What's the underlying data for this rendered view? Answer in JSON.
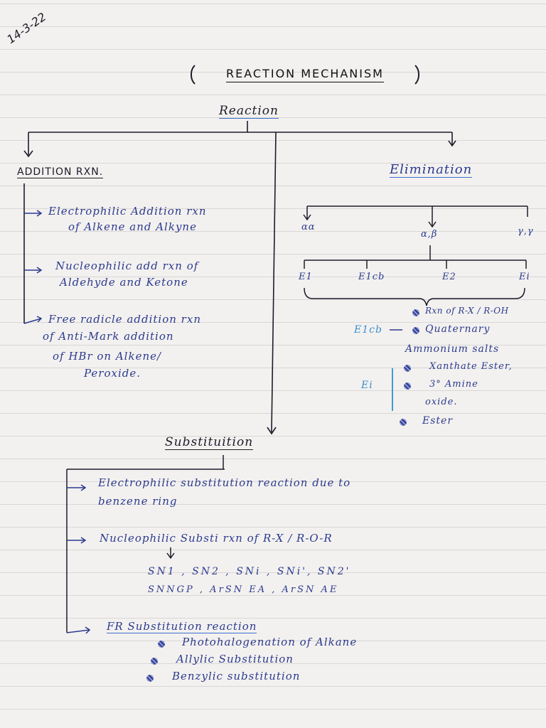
{
  "date": "14-3-22",
  "title": "REACTION MECHANISM",
  "root": "Reaction",
  "addition": {
    "heading": "ADDITION RXN.",
    "items": [
      {
        "line1": "Electrophilic Addition rxn",
        "line2": "of Alkene and Alkyne"
      },
      {
        "line1": "Nucleophilic add rxn of",
        "line2": "Aldehyde and Ketone"
      },
      {
        "line1": "Free radicle addition rxn",
        "line2": "of Anti-Mark addition",
        "line3": "of HBr on Alkene/",
        "line4": "Peroxide."
      }
    ]
  },
  "elimination": {
    "heading": "Elimination",
    "branches": [
      "αα",
      "α,β",
      "γ,γ"
    ],
    "types": [
      "E1",
      "E1cb",
      "E2",
      "Ei"
    ],
    "e1cb_label": "E1cb",
    "e1cb_items": [
      "Rxn of R-X / R-OH",
      "Quaternary",
      "Ammonium salts"
    ],
    "ei_label": "Ei",
    "ei_items": [
      "Xanthate Ester,",
      "3° Amine",
      "oxide.",
      "Ester"
    ]
  },
  "substitution": {
    "heading": "Substituition",
    "items": [
      {
        "line1": "Electrophilic substitution reaction due to",
        "line2": "benzene ring"
      },
      {
        "line1": "Nucleophilic Substi rxn of R-X / R-O-R"
      },
      {
        "line1": "FR Substitution reaction"
      }
    ],
    "sn_row1": "SN1 , SN2 , SNi , SNi', SN2'",
    "sn_row2": "SNNGP , ArSN EA , ArSN AE",
    "fr_items": [
      "Photohalogenation of Alkane",
      "Allylic Substitution",
      "Benzylic substitution"
    ]
  }
}
